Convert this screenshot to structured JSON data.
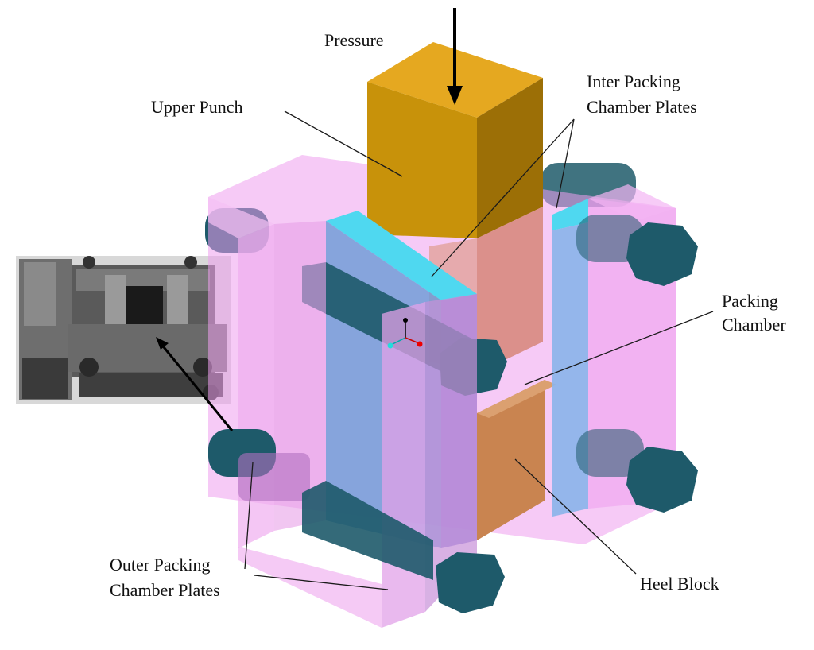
{
  "labels": {
    "pressure": "Pressure",
    "upper_punch": "Upper Punch",
    "inter_plates_line1": "Inter Packing",
    "inter_plates_line2": "Chamber Plates",
    "packing_chamber_line1": "Packing",
    "packing_chamber_line2": "Chamber",
    "heel_block": "Heel Block",
    "outer_plates_line1": "Outer Packing",
    "outer_plates_line2": "Chamber Plates"
  },
  "colors": {
    "punch": "#c8920a",
    "outer_plate": "#ee9eee",
    "inter_plate": "#4fd8f0",
    "bolt": "#1e5a6a",
    "chamber": "#d88a80",
    "heel": "#c98450",
    "photo": "#4a4a4a"
  },
  "icons": {
    "photo": "photo-inset",
    "pressure_arrow": "down-arrow-icon"
  }
}
